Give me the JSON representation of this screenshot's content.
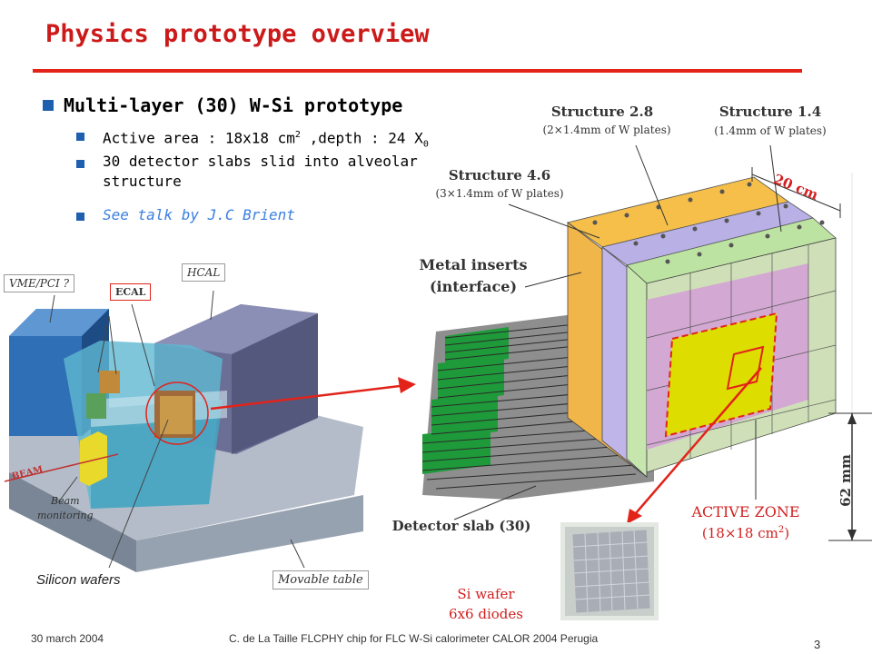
{
  "title": "Physics prototype overview",
  "bullets": {
    "main": "Multi-layer (30) W-Si prototype",
    "active_area_prefix": "Active area : 18x18 cm",
    "active_area_sup": "2",
    "active_area_mid": " ,depth : 24 X",
    "active_area_sub": "0",
    "slabs_line1": "30 detector slabs slid into alveolar",
    "slabs_line2": "structure",
    "talk": "See talk by J.C Brient"
  },
  "diagram_labels": {
    "structure_28": "Structure 2.8",
    "structure_28_sub": "(2×1.4mm of W plates)",
    "structure_14": "Structure 1.4",
    "structure_14_sub": "(1.4mm of W plates)",
    "structure_46": "Structure 4.6",
    "structure_46_sub": "(3×1.4mm of W plates)",
    "width": "20 cm",
    "metal_inserts_1": "Metal inserts",
    "metal_inserts_2": "(interface)",
    "detector_slab": "Detector slab (30)",
    "active_zone_1": "ACTIVE ZONE",
    "active_zone_2": "(18×18 cm",
    "active_zone_sup": "2",
    "active_zone_end": ")",
    "height": "62 mm",
    "si_wafer_1": "Si wafer",
    "si_wafer_2": "6x6 diodes"
  },
  "setup_labels": {
    "vme": "VME/PCI ?",
    "hcal": "HCAL",
    "ecal": "ECAL",
    "beam": "BEAM",
    "beam_monitoring_1": "Beam",
    "beam_monitoring_2": "monitoring",
    "silicon_wafers": "Silicon wafers",
    "movable_table": "Movable table"
  },
  "footer": {
    "date": "30 march 2004",
    "center": "C. de La Taille    FLCPHY chip for FLC W-Si calorimeter    CALOR 2004  Perugia",
    "page": "3"
  },
  "colors": {
    "title": "#cc1a1a",
    "accent_red": "#e2231a",
    "bullet_blue": "#1f5fb0",
    "link_blue": "#3a7fe0",
    "structure_orange": "#f5bf4a",
    "structure_purple": "#b9b0e6",
    "structure_green": "#bde3a2",
    "active_yellow": "#dddd00",
    "slab_green": "#1f9a3a"
  }
}
